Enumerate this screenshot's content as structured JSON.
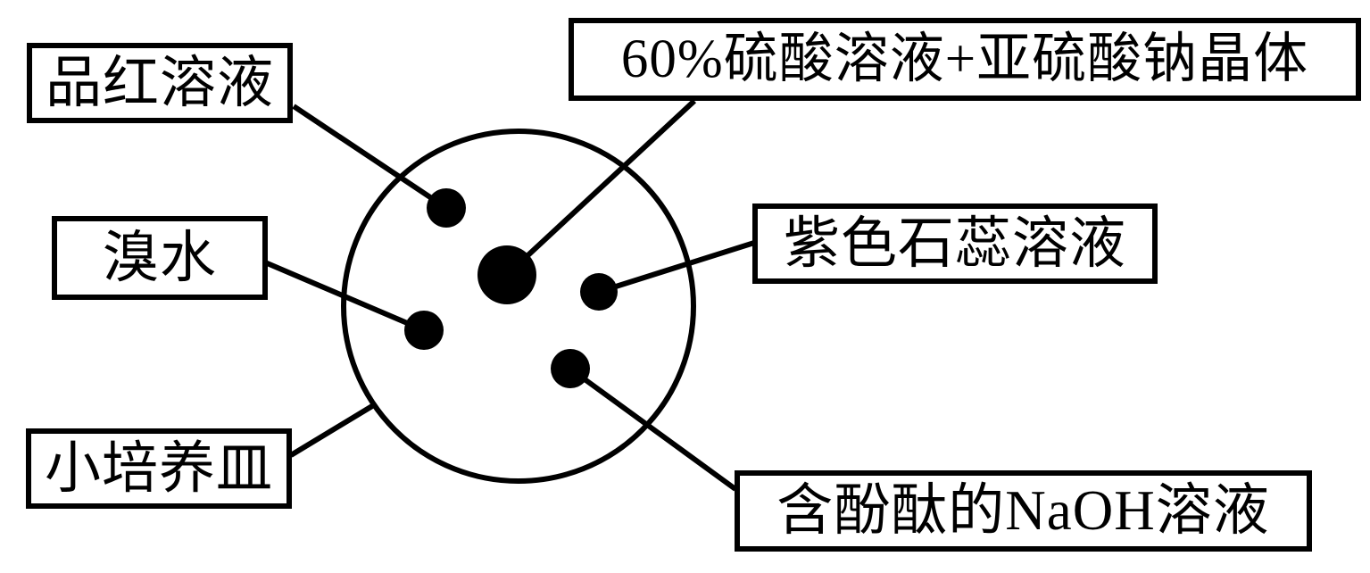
{
  "page": {
    "background_color": "#ffffff",
    "ink_color": "#000000"
  },
  "diagram": {
    "type": "chemistry-petri-dish-experiment",
    "labels": {
      "fuchsin": "品红溶液",
      "acid_sulfite": "60%硫酸溶液+亚硫酸钠晶体",
      "bromine": "溴水",
      "litmus": "紫色石蕊溶液",
      "dish": "小培养皿",
      "naoh": "含酚酞的NaOH溶液"
    },
    "drops": [
      {
        "solution": "品红溶液",
        "size": "small"
      },
      {
        "solution": "60%硫酸溶液+亚硫酸钠晶体",
        "size": "large"
      },
      {
        "solution": "紫色石蕊溶液",
        "size": "small"
      },
      {
        "solution": "溴水",
        "size": "small"
      },
      {
        "solution": "含酚酞的NaOH溶液",
        "size": "small"
      }
    ]
  }
}
